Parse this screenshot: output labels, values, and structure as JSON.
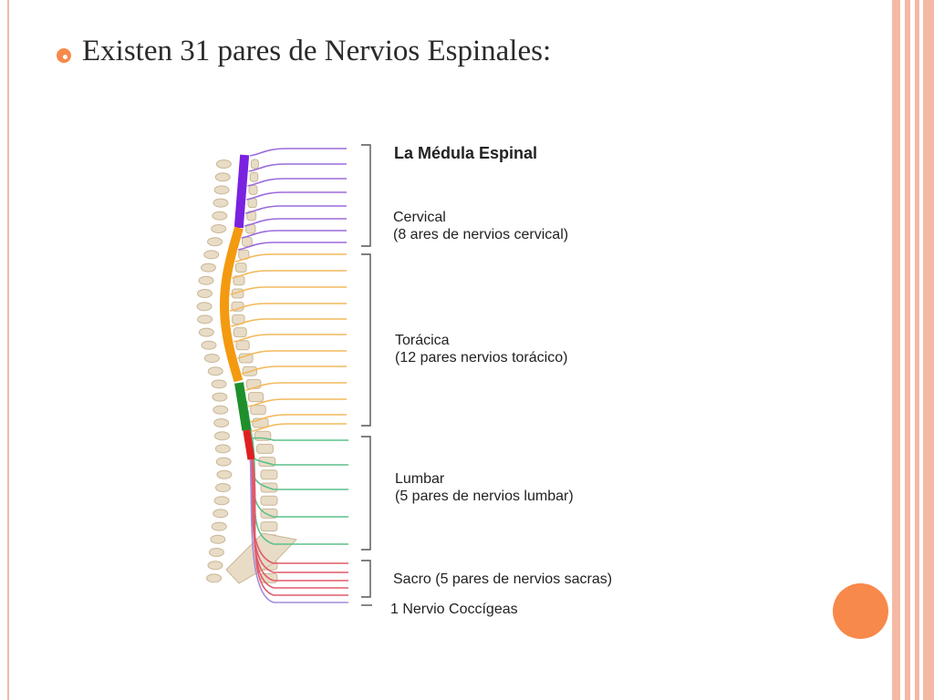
{
  "slide": {
    "bullet_text": "Existen 31 pares de Nervios Espinales:"
  },
  "diagram": {
    "title": "La Médula Espinal",
    "regions": [
      {
        "id": "cervical",
        "name": "Cervical",
        "detail": "(8 ares de nervios cervical)",
        "color": "#9b6bdc",
        "cord_color": "#7a22e0",
        "nerves": 8
      },
      {
        "id": "toracica",
        "name": "Torácica",
        "detail": "(12 pares nervios torácico)",
        "color": "#f4b95c",
        "cord_color": "#f39a10",
        "nerves": 12
      },
      {
        "id": "lumbar",
        "name": "Lumbar",
        "detail": "(5 pares de nervios lumbar)",
        "color": "#5cc08a",
        "cord_color": "#1e8f2a",
        "nerves": 5
      },
      {
        "id": "sacro",
        "name": "Sacro (5 pares de nervios sacras)",
        "detail": "",
        "color": "#e05a6a",
        "cord_color": "#e02020",
        "nerves": 5
      },
      {
        "id": "coccigeo",
        "name": "1 Nervio Coccígeas",
        "detail": "",
        "color": "#a58cd8",
        "cord_color": "#a58cd8",
        "nerves": 1
      }
    ]
  },
  "theme": {
    "accent": "#f7894a",
    "frame": "#f4b9a5",
    "vertebra": "#e8dcc6",
    "vertebra_edge": "#c9b797"
  }
}
